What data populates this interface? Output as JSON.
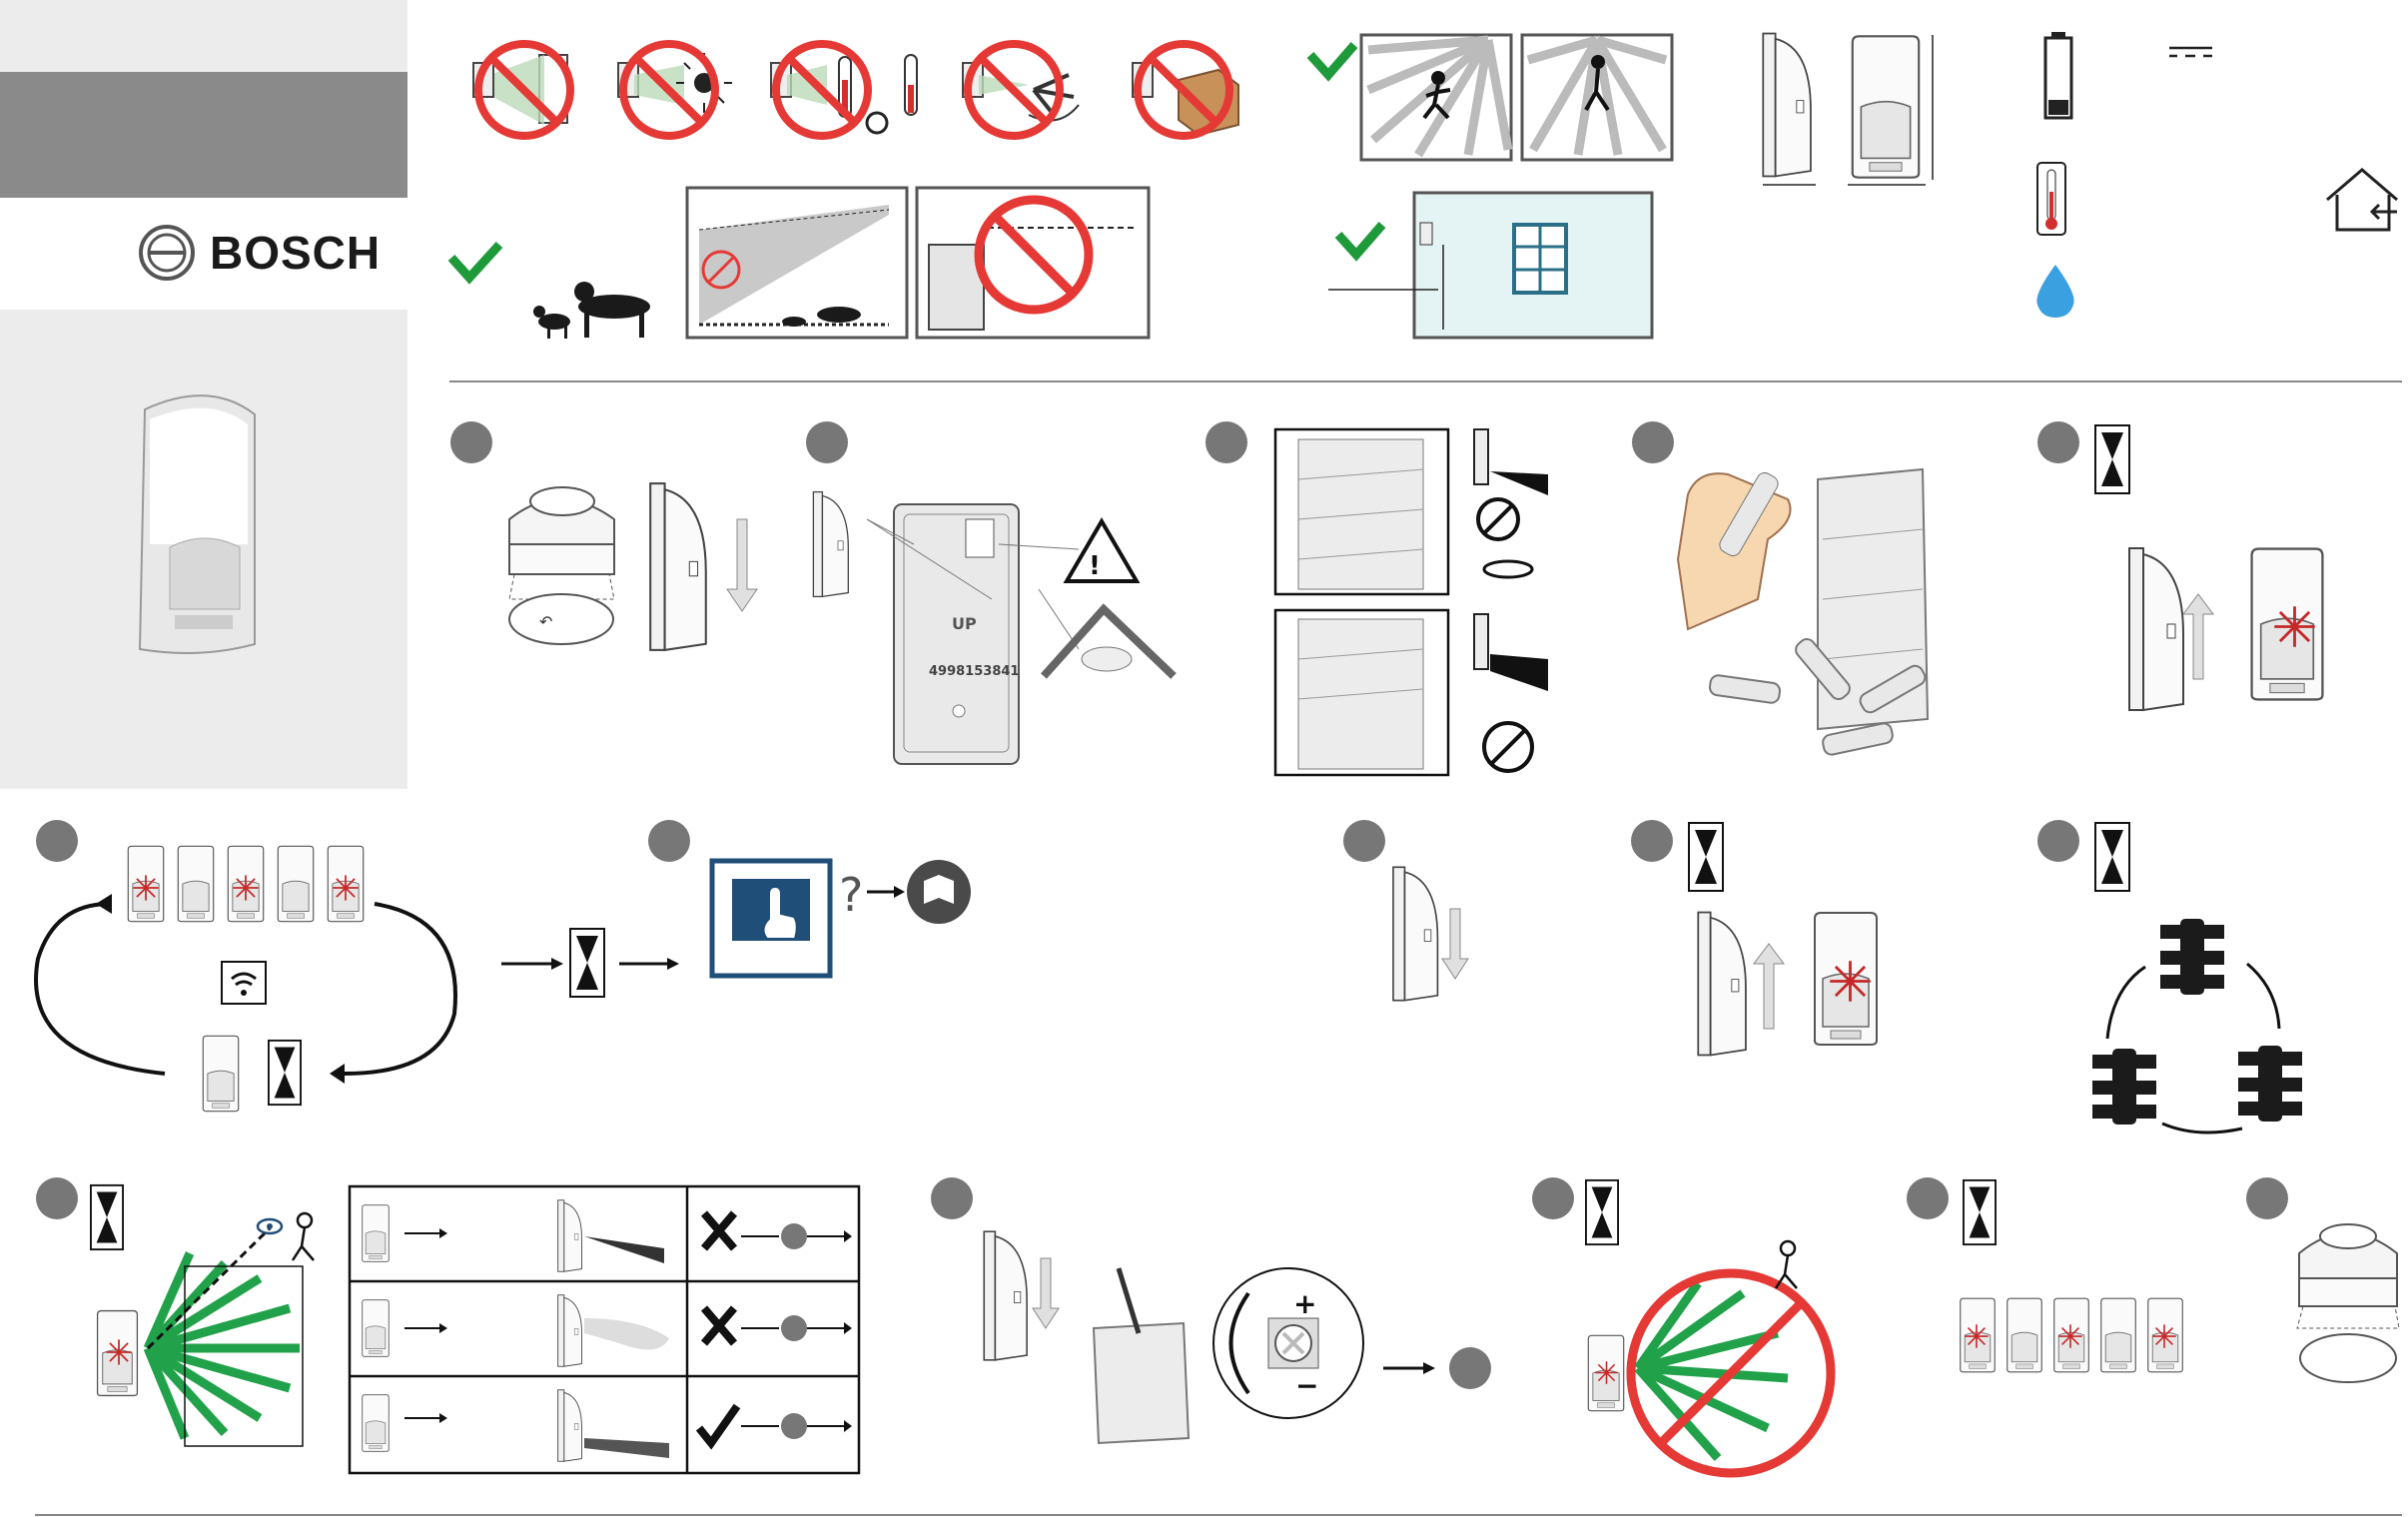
{
  "brand": {
    "name": "BOSCH"
  },
  "pir_label": "UP",
  "pir_code": "4998153841",
  "steps": [
    {
      "id": 1
    },
    {
      "id": 2
    },
    {
      "id": 3
    },
    {
      "id": 4
    },
    {
      "id": 5
    },
    {
      "id": 6
    },
    {
      "id": 7
    },
    {
      "id": 8
    },
    {
      "id": 9
    },
    {
      "id": 10
    },
    {
      "id": 11
    },
    {
      "id": 12
    },
    {
      "id": 13
    },
    {
      "id": 14
    },
    {
      "id": 15
    }
  ],
  "symbols": {
    "adjust_plus": "+",
    "adjust_minus": "−",
    "question": "?"
  },
  "colors": {
    "forbidden_red": "#e53935",
    "ok_green": "#1f9a3b",
    "beam_green": "#21a24a",
    "step_circle": "#777777",
    "gray_band": "#8a8a8a",
    "monitor_blue": "#1f4e79",
    "water_blue": "#3aa0e0",
    "star_red": "#c62828"
  },
  "icons": [
    "bosch-logo-icon",
    "no-window-icon",
    "no-sun-icon",
    "no-heat-icon",
    "no-fan-icon",
    "no-obstacle-icon",
    "check-icon",
    "pets-icon",
    "battery-icon",
    "thermometer-icon",
    "water-drop-icon",
    "indoor-house-icon",
    "hourglass-icon",
    "traffic-light-icon",
    "monitor-touch-icon",
    "manual-icon",
    "walker-icon",
    "eye-icon"
  ]
}
